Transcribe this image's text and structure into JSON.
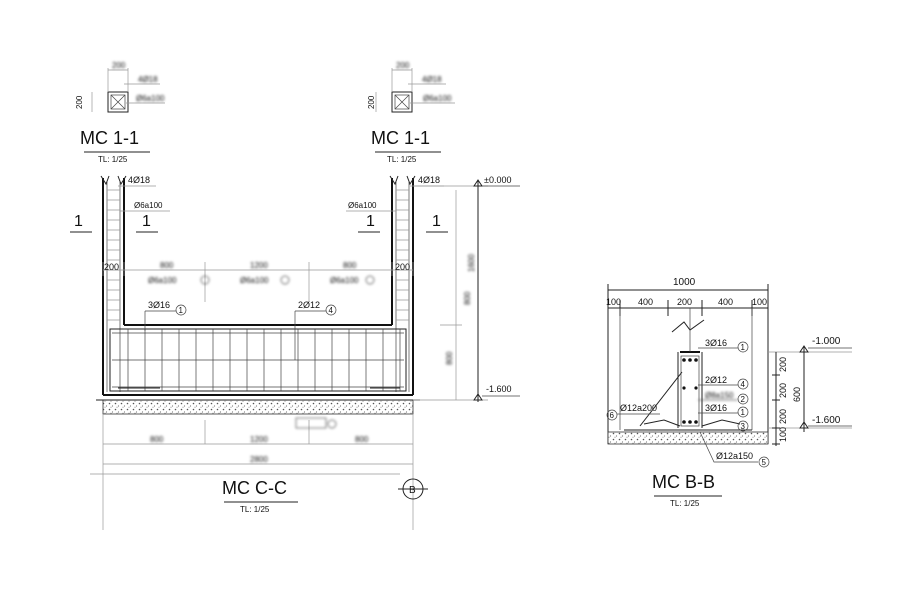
{
  "section_1_1_left": {
    "dim_width": "200",
    "dim_height": "200",
    "main_rebar": "4Ø18",
    "stirrup": "Ø6a100",
    "title": "MC 1-1",
    "scale": "TL: 1/25"
  },
  "section_1_1_right": {
    "dim_width": "200",
    "dim_height": "200",
    "main_rebar": "4Ø18",
    "stirrup": "Ø6a100",
    "title": "MC 1-1",
    "scale": "TL: 1/25"
  },
  "section_c_c": {
    "title": "MC C-C",
    "scale": "TL: 1/25",
    "cut_mark": "1",
    "post_rebar_left": "4Ø18",
    "post_stirrup_left": "Ø6a100",
    "post_rebar_right": "4Ø18",
    "post_stirrup_right": "Ø6a100",
    "post_width_left": "200",
    "post_width_right": "200",
    "top_span_dims": [
      "800",
      "1200",
      "800"
    ],
    "top_bar_callout": "3Ø16",
    "top_bar_mark": "1",
    "mid_bar_callout": "2Ø12",
    "mid_bar_mark": "4",
    "level_top": "±0.000",
    "level_bottom": "-1.600",
    "vertical_dims": [
      "1600",
      "800",
      "800"
    ],
    "bottom_dims": [
      "800",
      "1200",
      "800"
    ],
    "overall_dim": "2800",
    "grid_bubble": "B"
  },
  "section_b_b": {
    "title": "MC B-B",
    "scale": "TL: 1/25",
    "overall_width": "1000",
    "width_parts": [
      "100",
      "400",
      "200",
      "400",
      "100"
    ],
    "bar_1": "3Ø16",
    "bar_1_mark": "1",
    "bar_2": "2Ø12",
    "bar_2_mark": "4",
    "bar_3": "3Ø16",
    "bar_3_mark": "1",
    "bar_mark_2": "2",
    "bar_mark_3": "3",
    "side_bar": "Ø12a200",
    "side_bar_mark": "6",
    "bottom_bar": "Ø12a150",
    "bottom_bar_mark": "5",
    "level_top": "-1.000",
    "level_bottom": "-1.600",
    "height_parts": [
      "200",
      "200",
      "200",
      "100"
    ],
    "overall_height": "600"
  }
}
